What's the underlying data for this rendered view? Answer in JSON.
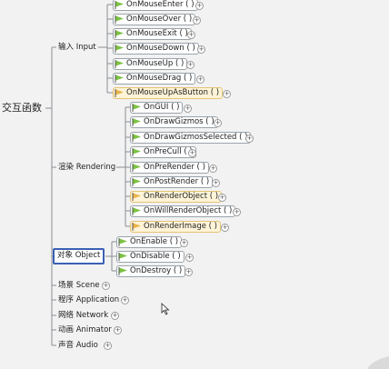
{
  "root": {
    "label": "交互函数"
  },
  "categories": {
    "input": "输入 Input",
    "rendering": "渲染 Rendering",
    "object": "对象 Object",
    "scene": "场景 Scene",
    "application": "程序 Application",
    "network": "网络 Network",
    "animator": "动画 Animator",
    "audio": "声音 Audio"
  },
  "input_events": [
    "OnMouseEnter ( )",
    "OnMouseOver ( )",
    "OnMouseExit ( )",
    "OnMouseDown ( )",
    "OnMouseUp ( )",
    "OnMouseDrag ( )",
    "OnMouseUpAsButton ( )"
  ],
  "rendering_events": [
    "OnGUI ( )",
    "OnDrawGizmos ( )",
    "OnDrawGizmosSelected ( )",
    "OnPreCull ( )",
    "OnPreRender ( )",
    "OnPostRender ( )",
    "OnRenderObject ( )",
    "OnWillRenderObject ( )",
    "OnRenderImage ( )"
  ],
  "object_events": [
    "OnEnable ( )",
    "OnDisable ( )",
    "OnDestroy ( )"
  ],
  "colors": {
    "flag_green": "#7cc242",
    "flag_amber": "#e9b44c",
    "line": "#8a8f94",
    "selection": "#3b5fb4"
  },
  "icons": {
    "flag": "flag-icon",
    "expand": "plus-circle-icon",
    "cursor": "mouse-cursor-icon"
  }
}
